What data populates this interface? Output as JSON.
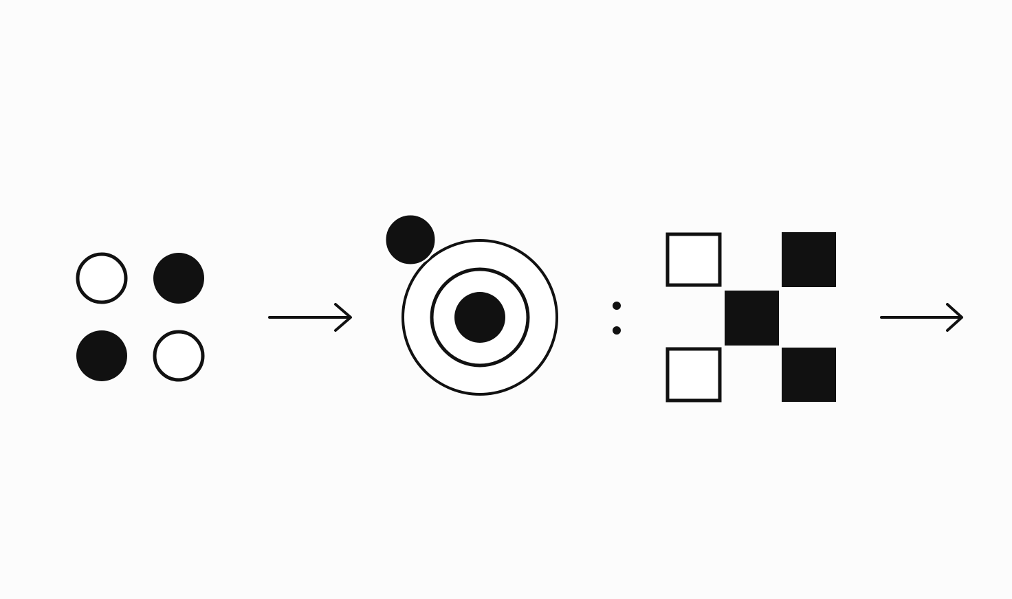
{
  "diagram": {
    "type": "visual-analogy-puzzle",
    "sequence": [
      "four-circle-grid",
      "arrow",
      "concentric-target-with-satellite",
      "ratio-colon",
      "five-square-x-grid",
      "arrow"
    ],
    "circle_grid": {
      "cells": [
        {
          "row": 1,
          "col": 1,
          "fill": "white"
        },
        {
          "row": 1,
          "col": 2,
          "fill": "black"
        },
        {
          "row": 2,
          "col": 1,
          "fill": "black"
        },
        {
          "row": 2,
          "col": 2,
          "fill": "white"
        }
      ]
    },
    "target": {
      "rings": 2,
      "center": "black",
      "satellite": {
        "position": "top-left",
        "fill": "black"
      }
    },
    "square_grid": {
      "cells": [
        {
          "row": 1,
          "col": 1,
          "fill": "white"
        },
        {
          "row": 1,
          "col": 3,
          "fill": "black"
        },
        {
          "row": 2,
          "col": 2,
          "fill": "black"
        },
        {
          "row": 3,
          "col": 1,
          "fill": "white"
        },
        {
          "row": 3,
          "col": 3,
          "fill": "black"
        }
      ]
    },
    "colors": {
      "background": "#fcfcfc",
      "ink": "#111111",
      "paper": "#ffffff"
    }
  }
}
